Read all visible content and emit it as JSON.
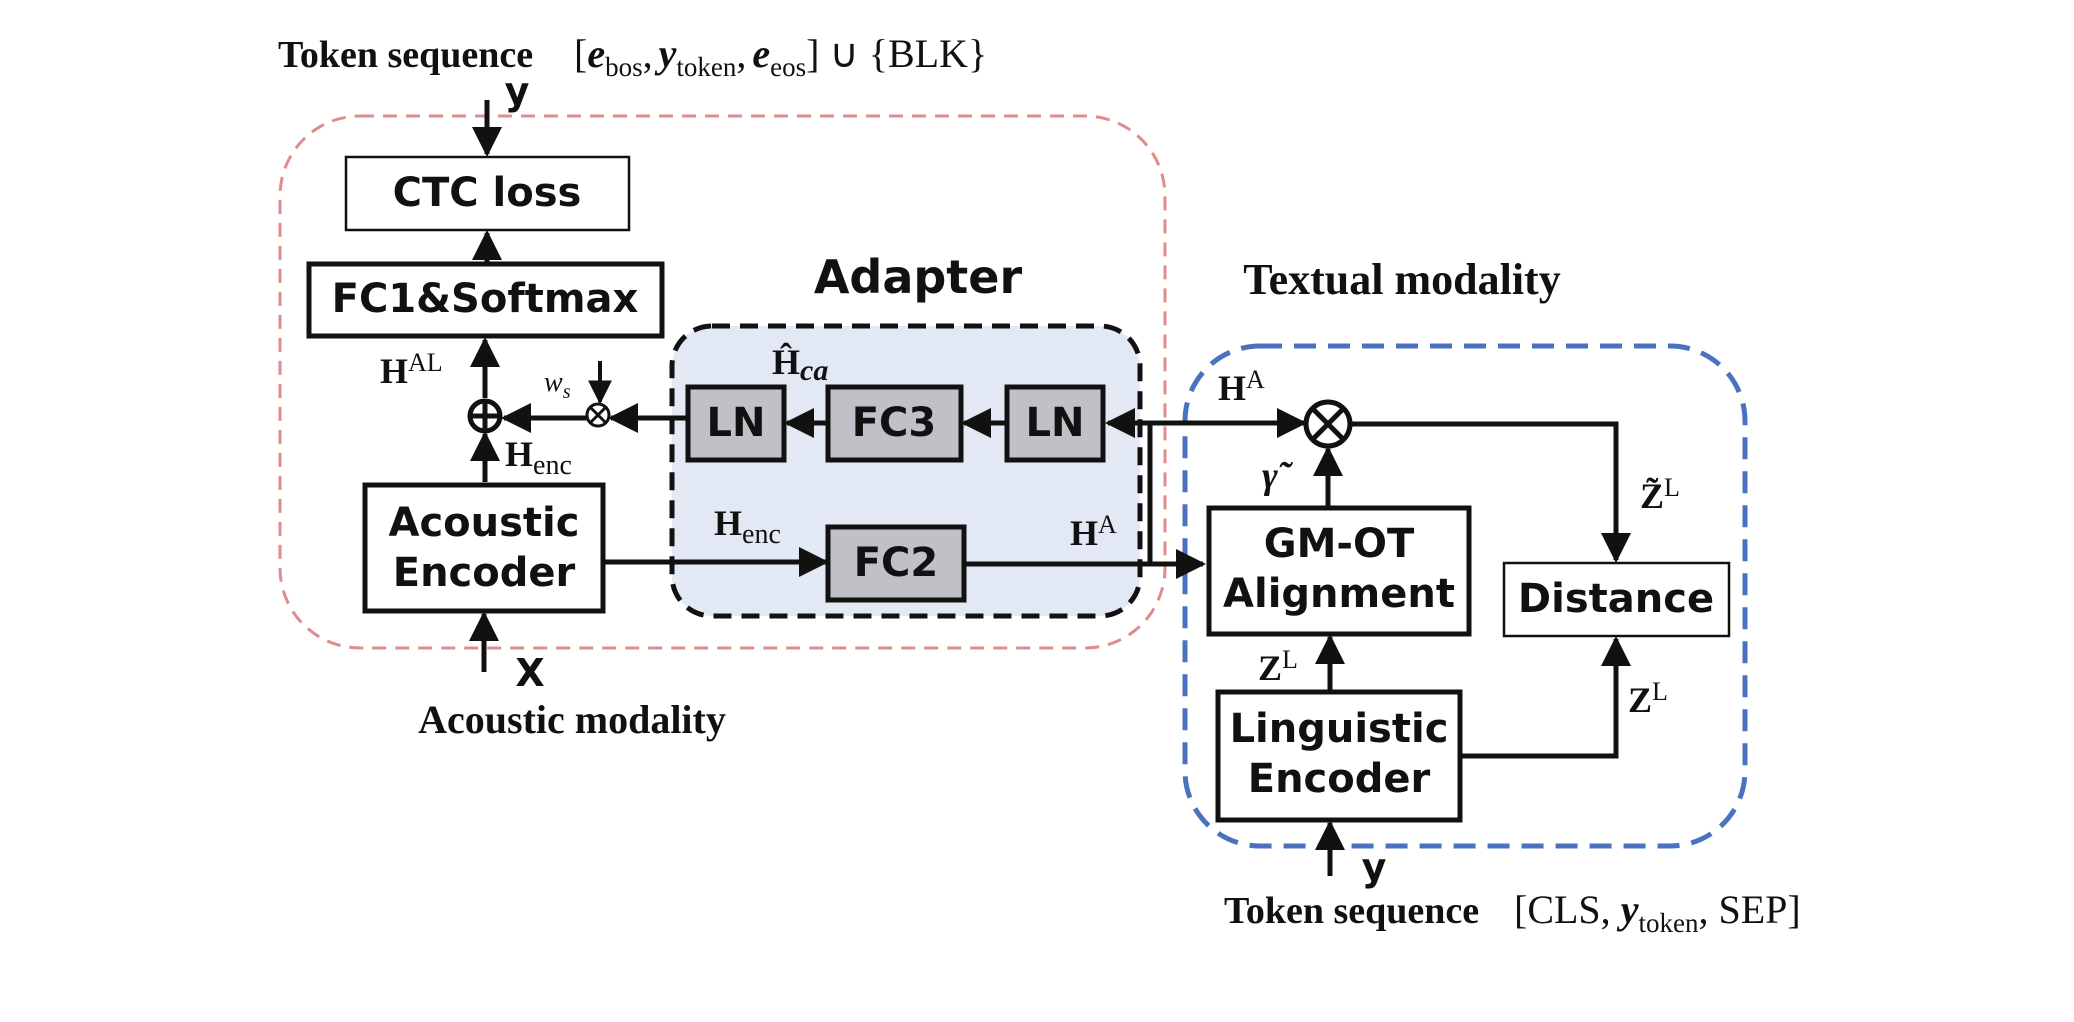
{
  "top_label": {
    "prefix": "Token sequence",
    "seq_open": "[",
    "e": "e",
    "bos": "bos",
    "comma": ",",
    "y": "y",
    "token": "token",
    "eos": "eos",
    "seq_close": "] ∪ {BLK}",
    "y_input": "y"
  },
  "acoustic_section": {
    "ctc_loss": "CTC loss",
    "fc1": "FC1&Softmax",
    "encoder_line1": "Acoustic",
    "encoder_line2": "Encoder",
    "x_input": "X",
    "modality": "Acoustic modality",
    "h_al_base": "H",
    "h_al_sup": "AL",
    "h_enc_base": "H",
    "h_enc_sub": "enc",
    "ws_base": "w",
    "ws_sub": "s"
  },
  "adapter": {
    "title": "Adapter",
    "ln_left": "LN",
    "fc3": "FC3",
    "ln_right": "LN",
    "fc2": "FC2",
    "h_ca_base": "Ĥ",
    "h_ca_sub": "ca",
    "h_enc_base": "H",
    "h_enc_sub": "enc",
    "h_a_base": "H",
    "h_a_sup": "A"
  },
  "textual_section": {
    "title": "Textual modality",
    "h_a_base": "H",
    "h_a_sup": "A",
    "gamma": "γ̃",
    "gmot_line1": "GM-OT",
    "gmot_line2": "Alignment",
    "distance": "Distance",
    "z_tilde_base": "Z̃",
    "z_tilde_sup": "L",
    "z_l_base": "Z",
    "z_l_sup": "L",
    "ling_line1": "Linguistic",
    "ling_line2": "Encoder",
    "y_input": "y"
  },
  "bottom_label": {
    "prefix": "Token sequence",
    "seq_open": "[CLS, ",
    "y": "y",
    "token": "token",
    "seq_close": ", SEP]"
  },
  "colors": {
    "acoustic_border": "#e08c8c",
    "adapter_fill": "#e3e9f4",
    "adapter_border": "#111111",
    "textual_border": "#4a72c0",
    "gray_box": "#bfc1c7",
    "line": "#111111"
  }
}
